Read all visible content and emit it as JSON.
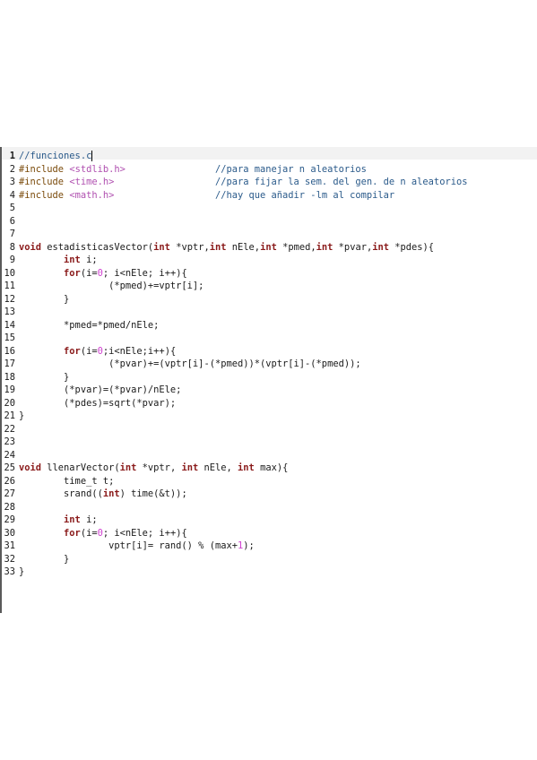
{
  "editor": {
    "file_comment": "//funciones.c",
    "lines": [
      {
        "n": "1",
        "parts": [
          {
            "t": "//funciones.c",
            "c": "cm"
          }
        ]
      },
      {
        "n": "2",
        "parts": [
          {
            "t": "#include ",
            "c": "pp"
          },
          {
            "t": "<stdlib.h>",
            "c": "str"
          },
          {
            "t": "                //para manejar n aleatorios",
            "c": "cm"
          }
        ]
      },
      {
        "n": "3",
        "parts": [
          {
            "t": "#include ",
            "c": "pp"
          },
          {
            "t": "<time.h>",
            "c": "str"
          },
          {
            "t": "                  //para fijar la sem. del gen. de n aleatorios",
            "c": "cm"
          }
        ]
      },
      {
        "n": "4",
        "parts": [
          {
            "t": "#include ",
            "c": "pp"
          },
          {
            "t": "<math.h>",
            "c": "str"
          },
          {
            "t": "                  //hay que añadir -lm al compilar",
            "c": "cm"
          }
        ]
      },
      {
        "n": "5",
        "parts": []
      },
      {
        "n": "6",
        "parts": []
      },
      {
        "n": "7",
        "parts": []
      },
      {
        "n": "8",
        "parts": [
          {
            "t": "void",
            "c": "kw"
          },
          {
            "t": " estadisticasVector(",
            "c": ""
          },
          {
            "t": "int",
            "c": "kw"
          },
          {
            "t": " *vptr,",
            "c": ""
          },
          {
            "t": "int",
            "c": "kw"
          },
          {
            "t": " nEle,",
            "c": ""
          },
          {
            "t": "int",
            "c": "kw"
          },
          {
            "t": " *pmed,",
            "c": ""
          },
          {
            "t": "int",
            "c": "kw"
          },
          {
            "t": " *pvar,",
            "c": ""
          },
          {
            "t": "int",
            "c": "kw"
          },
          {
            "t": " *pdes){",
            "c": ""
          }
        ]
      },
      {
        "n": "9",
        "parts": [
          {
            "t": "        ",
            "c": ""
          },
          {
            "t": "int",
            "c": "kw"
          },
          {
            "t": " i;",
            "c": ""
          }
        ]
      },
      {
        "n": "10",
        "parts": [
          {
            "t": "        ",
            "c": ""
          },
          {
            "t": "for",
            "c": "kw"
          },
          {
            "t": "(i=",
            "c": ""
          },
          {
            "t": "0",
            "c": "num"
          },
          {
            "t": "; i<nEle; i++){",
            "c": ""
          }
        ]
      },
      {
        "n": "11",
        "parts": [
          {
            "t": "                (*pmed)+=vptr[i];",
            "c": ""
          }
        ]
      },
      {
        "n": "12",
        "parts": [
          {
            "t": "        }",
            "c": ""
          }
        ]
      },
      {
        "n": "13",
        "parts": []
      },
      {
        "n": "14",
        "parts": [
          {
            "t": "        *pmed=*pmed/nEle;",
            "c": ""
          }
        ]
      },
      {
        "n": "15",
        "parts": []
      },
      {
        "n": "16",
        "parts": [
          {
            "t": "        ",
            "c": ""
          },
          {
            "t": "for",
            "c": "kw"
          },
          {
            "t": "(i=",
            "c": ""
          },
          {
            "t": "0",
            "c": "num"
          },
          {
            "t": ";i<nEle;i++){",
            "c": ""
          }
        ]
      },
      {
        "n": "17",
        "parts": [
          {
            "t": "                (*pvar)+=(vptr[i]-(*pmed))*(vptr[i]-(*pmed));",
            "c": ""
          }
        ]
      },
      {
        "n": "18",
        "parts": [
          {
            "t": "        }",
            "c": ""
          }
        ]
      },
      {
        "n": "19",
        "parts": [
          {
            "t": "        (*pvar)=(*pvar)/nEle;",
            "c": ""
          }
        ]
      },
      {
        "n": "20",
        "parts": [
          {
            "t": "        (*pdes)=sqrt(*pvar);",
            "c": ""
          }
        ]
      },
      {
        "n": "21",
        "parts": [
          {
            "t": "}",
            "c": ""
          }
        ]
      },
      {
        "n": "22",
        "parts": []
      },
      {
        "n": "23",
        "parts": []
      },
      {
        "n": "24",
        "parts": []
      },
      {
        "n": "25",
        "parts": [
          {
            "t": "void",
            "c": "kw"
          },
          {
            "t": " llenarVector(",
            "c": ""
          },
          {
            "t": "int",
            "c": "kw"
          },
          {
            "t": " *vptr, ",
            "c": ""
          },
          {
            "t": "int",
            "c": "kw"
          },
          {
            "t": " nEle, ",
            "c": ""
          },
          {
            "t": "int",
            "c": "kw"
          },
          {
            "t": " max){",
            "c": ""
          }
        ]
      },
      {
        "n": "26",
        "parts": [
          {
            "t": "        time_t t;",
            "c": ""
          }
        ]
      },
      {
        "n": "27",
        "parts": [
          {
            "t": "        srand((",
            "c": ""
          },
          {
            "t": "int",
            "c": "kw"
          },
          {
            "t": ") time(&t));",
            "c": ""
          }
        ]
      },
      {
        "n": "28",
        "parts": []
      },
      {
        "n": "29",
        "parts": [
          {
            "t": "        ",
            "c": ""
          },
          {
            "t": "int",
            "c": "kw"
          },
          {
            "t": " i;",
            "c": ""
          }
        ]
      },
      {
        "n": "30",
        "parts": [
          {
            "t": "        ",
            "c": ""
          },
          {
            "t": "for",
            "c": "kw"
          },
          {
            "t": "(i=",
            "c": ""
          },
          {
            "t": "0",
            "c": "num"
          },
          {
            "t": "; i<nEle; i++){",
            "c": ""
          }
        ]
      },
      {
        "n": "31",
        "parts": [
          {
            "t": "                vptr[i]= rand() % (max+",
            "c": ""
          },
          {
            "t": "1",
            "c": "num"
          },
          {
            "t": ");",
            "c": ""
          }
        ]
      },
      {
        "n": "32",
        "parts": [
          {
            "t": "        }",
            "c": ""
          }
        ]
      },
      {
        "n": "33",
        "parts": [
          {
            "t": "}",
            "c": ""
          }
        ]
      }
    ]
  }
}
